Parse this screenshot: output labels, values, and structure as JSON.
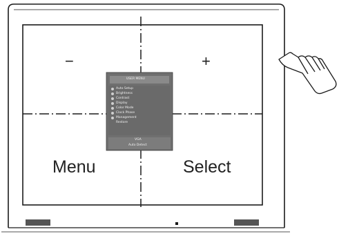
{
  "zones": {
    "top_left_sign": "−",
    "top_right_sign": "+",
    "bottom_left_label": "Menu",
    "bottom_right_label": "Select"
  },
  "osd": {
    "title": "USER MENU",
    "items": [
      "Auto Setup",
      "Brightness",
      "Contrast",
      "Display",
      "Color Mode",
      "Clock Phase",
      "Management",
      "Restore"
    ],
    "footer_line1": "VGA",
    "footer_line2": "Auto Detect"
  },
  "colors": {
    "line": "#1a1a1a",
    "osd_background": "#6f6f6f",
    "osd_panel": "#8a8a8a",
    "speaker_grille": "#555555"
  },
  "icons": [
    "hand-pointer-icon"
  ]
}
